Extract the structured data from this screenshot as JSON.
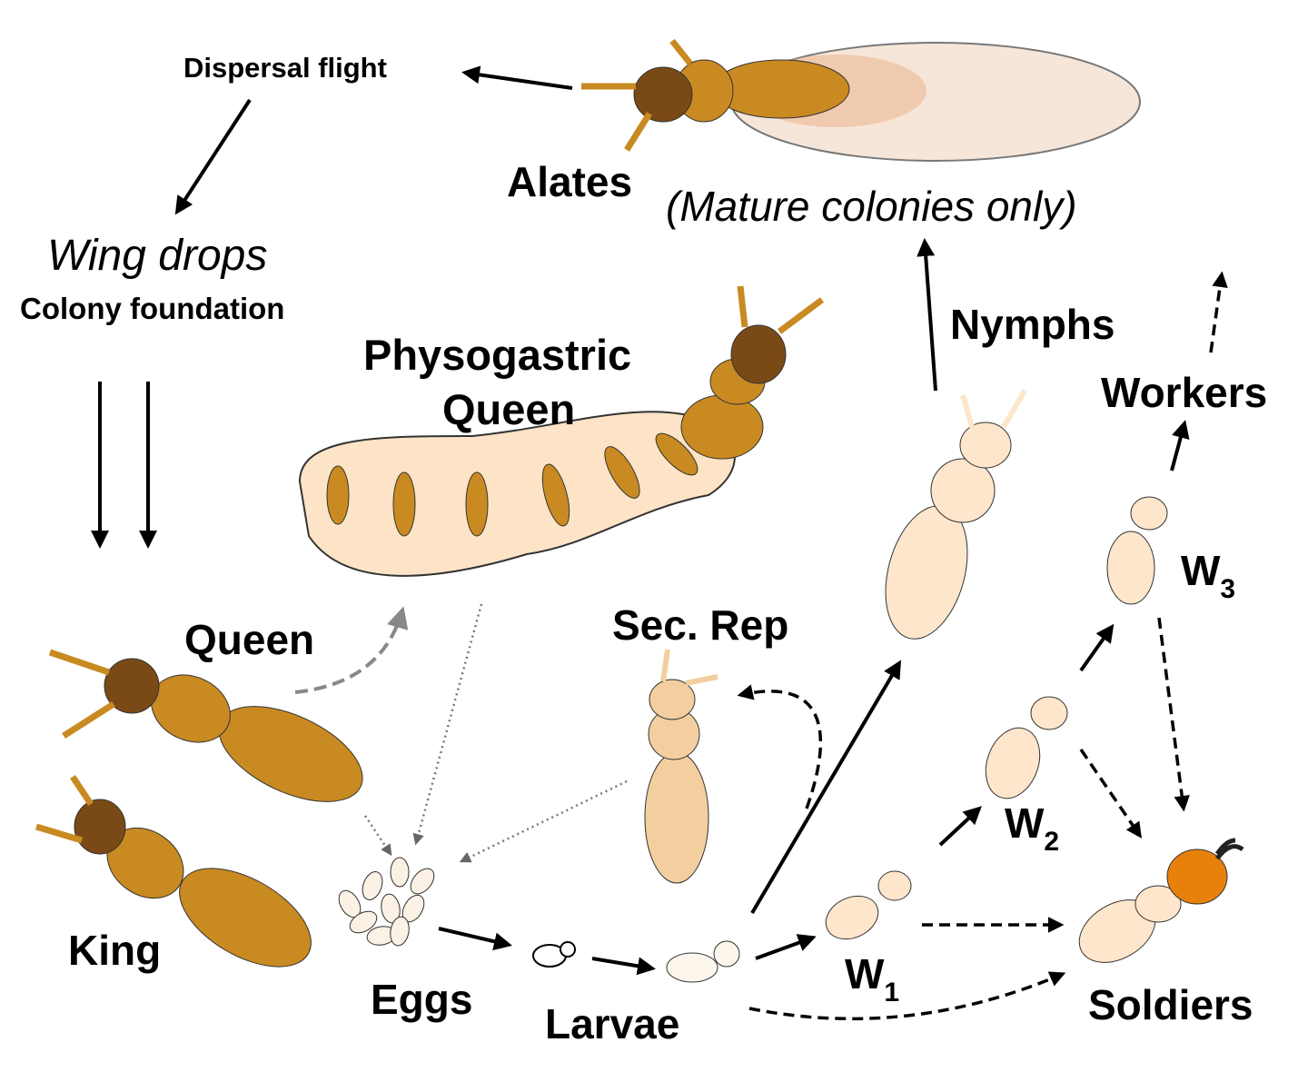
{
  "labels": {
    "dispersal_flight": "Dispersal flight",
    "alates": "Alates",
    "mature_colonies": "(Mature colonies only)",
    "wing_drops": "Wing drops",
    "colony_foundation": "Colony foundation",
    "physogastric": "Physogastric",
    "physogastric_queen": "Queen",
    "nymphs": "Nymphs",
    "workers": "Workers",
    "queen": "Queen",
    "sec_rep": "Sec. Rep",
    "w3": "W",
    "w3_sub": "3",
    "w2": "W",
    "w2_sub": "2",
    "w1": "W",
    "w1_sub": "1",
    "king": "King",
    "eggs": "Eggs",
    "larvae": "Larvae",
    "soldiers": "Soldiers"
  },
  "colors": {
    "reproductive_brown": "#c98a22",
    "head_dark": "#7a4a16",
    "pale_body": "#fbe6cc",
    "sec_rep_body": "#f3cfa0",
    "soldier_head": "#e8800c",
    "wing": "#f0d6c0"
  }
}
